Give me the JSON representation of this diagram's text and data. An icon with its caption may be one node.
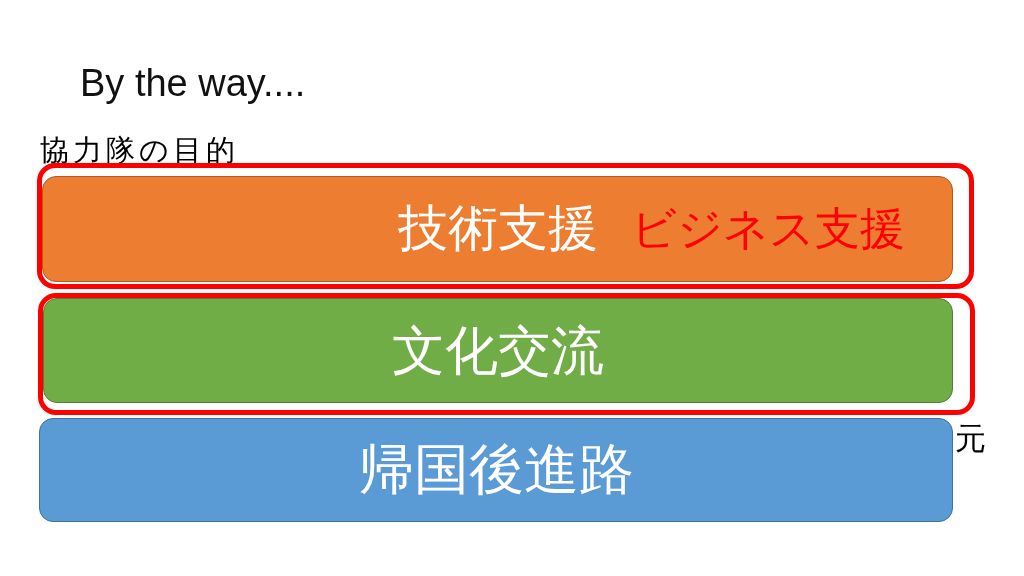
{
  "diagram": {
    "title": "By the way....",
    "nodes": [
      {
        "text": [],
        "shape": "box"
      },
      {
        "text": [
          "技術支援",
          "ビジネス支援"
        ],
        "in": 0
      },
      {
        "text": [],
        "shape": "box"
      },
      {
        "text": [
          "文化交流"
        ],
        "in": 2
      },
      {
        "text": [
          "帰国後進路"
        ]
      }
    ],
    "labels": [
      "協力隊の目的",
      "元"
    ]
  }
}
